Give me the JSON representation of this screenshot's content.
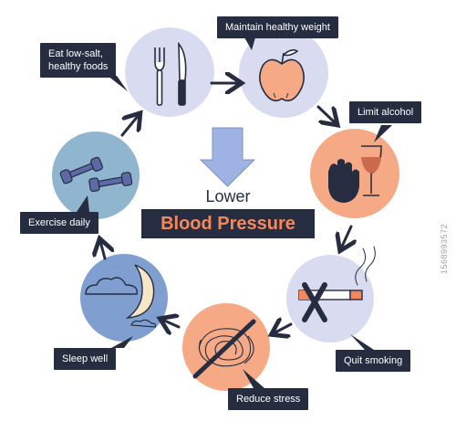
{
  "center": {
    "lower": "Lower",
    "blood_pressure": "Blood Pressure"
  },
  "steps": [
    {
      "id": "maintain-healthy-weight",
      "label": "Maintain healthy weight",
      "icon": "apple-icon"
    },
    {
      "id": "limit-alcohol",
      "label": "Limit alcohol",
      "icon": "hand-wine-icon"
    },
    {
      "id": "quit-smoking",
      "label": "Quit smoking",
      "icon": "no-smoking-icon"
    },
    {
      "id": "reduce-stress",
      "label": "Reduce stress",
      "icon": "crossed-tangle-icon"
    },
    {
      "id": "sleep-well",
      "label": "Sleep well",
      "icon": "moon-clouds-icon"
    },
    {
      "id": "exercise-daily",
      "label": "Exercise daily",
      "icon": "dumbbells-icon"
    },
    {
      "id": "eat-low-salt",
      "label": "Eat low-salt,\nhealthy foods",
      "icon": "fork-knife-icon"
    }
  ],
  "watermark": "1568993572",
  "colors": {
    "navy": "#262d40",
    "orange": "#f4885a",
    "peach": "#f6a985",
    "lavender": "#d9dcf0",
    "blue": "#7f9fd0",
    "teal": "#8fb5cf",
    "arrow": "#9fb2e4"
  }
}
